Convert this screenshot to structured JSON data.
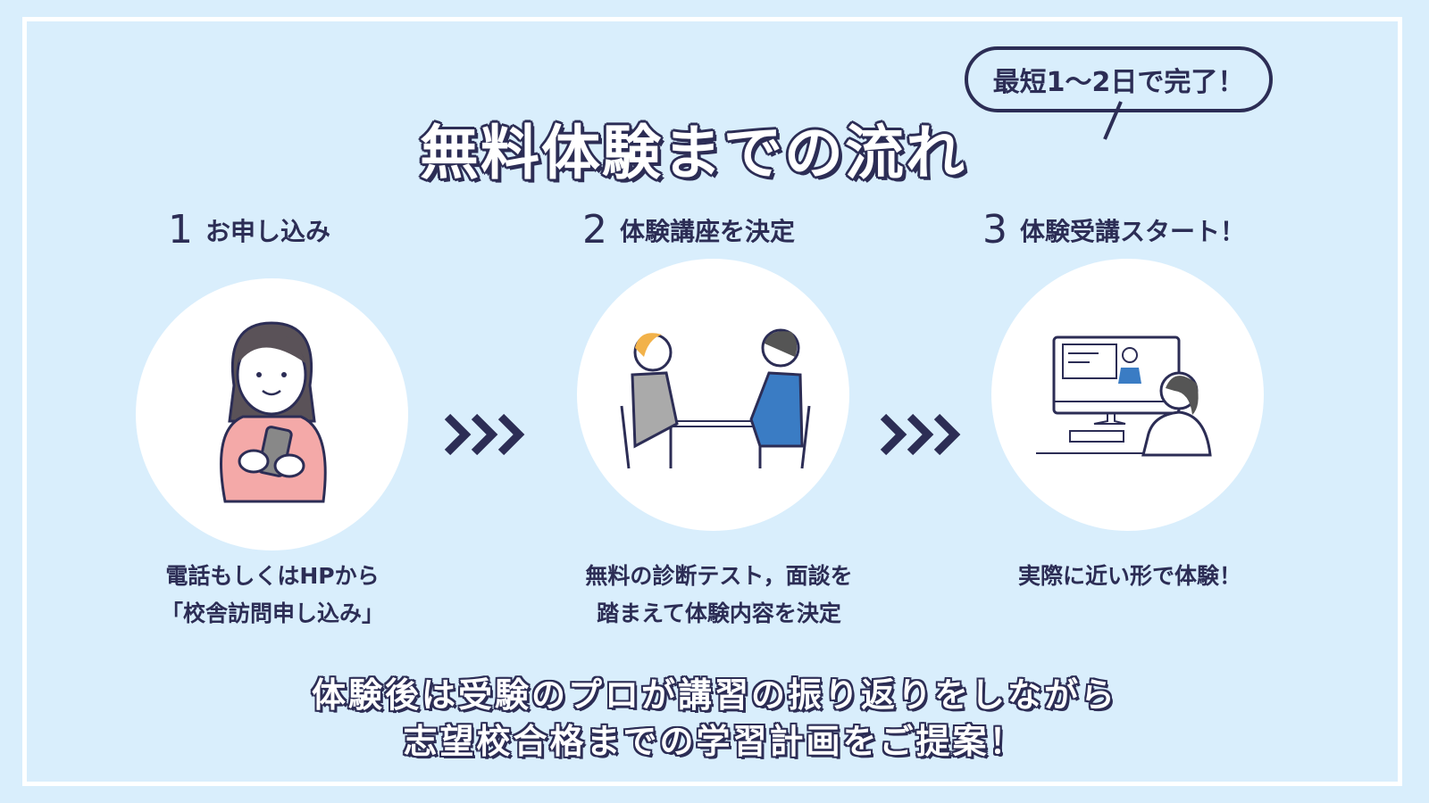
{
  "title": "無料体験までの流れ",
  "bubble": "最短1〜2日で完了！",
  "steps": [
    {
      "num": "1",
      "label": "お申し込み",
      "desc": [
        "電話もしくはHPから",
        "「校舎訪問申し込み」"
      ]
    },
    {
      "num": "2",
      "label": "体験講座を決定",
      "desc": [
        "無料の診断テスト，面談を",
        "踏まえて体験内容を決定"
      ]
    },
    {
      "num": "3",
      "label": "体験受講スタート！",
      "desc": [
        "実際に近い形で体験！"
      ]
    }
  ],
  "bottom": [
    "体験後は受験のプロが講習の振り返りをしながら",
    "志望校合格までの学習計画をご提案！"
  ],
  "colors": {
    "background": "#d9eefc",
    "navy": "#2c2d55",
    "pink": "#f4a9a8",
    "blue": "#3a7cc4"
  }
}
